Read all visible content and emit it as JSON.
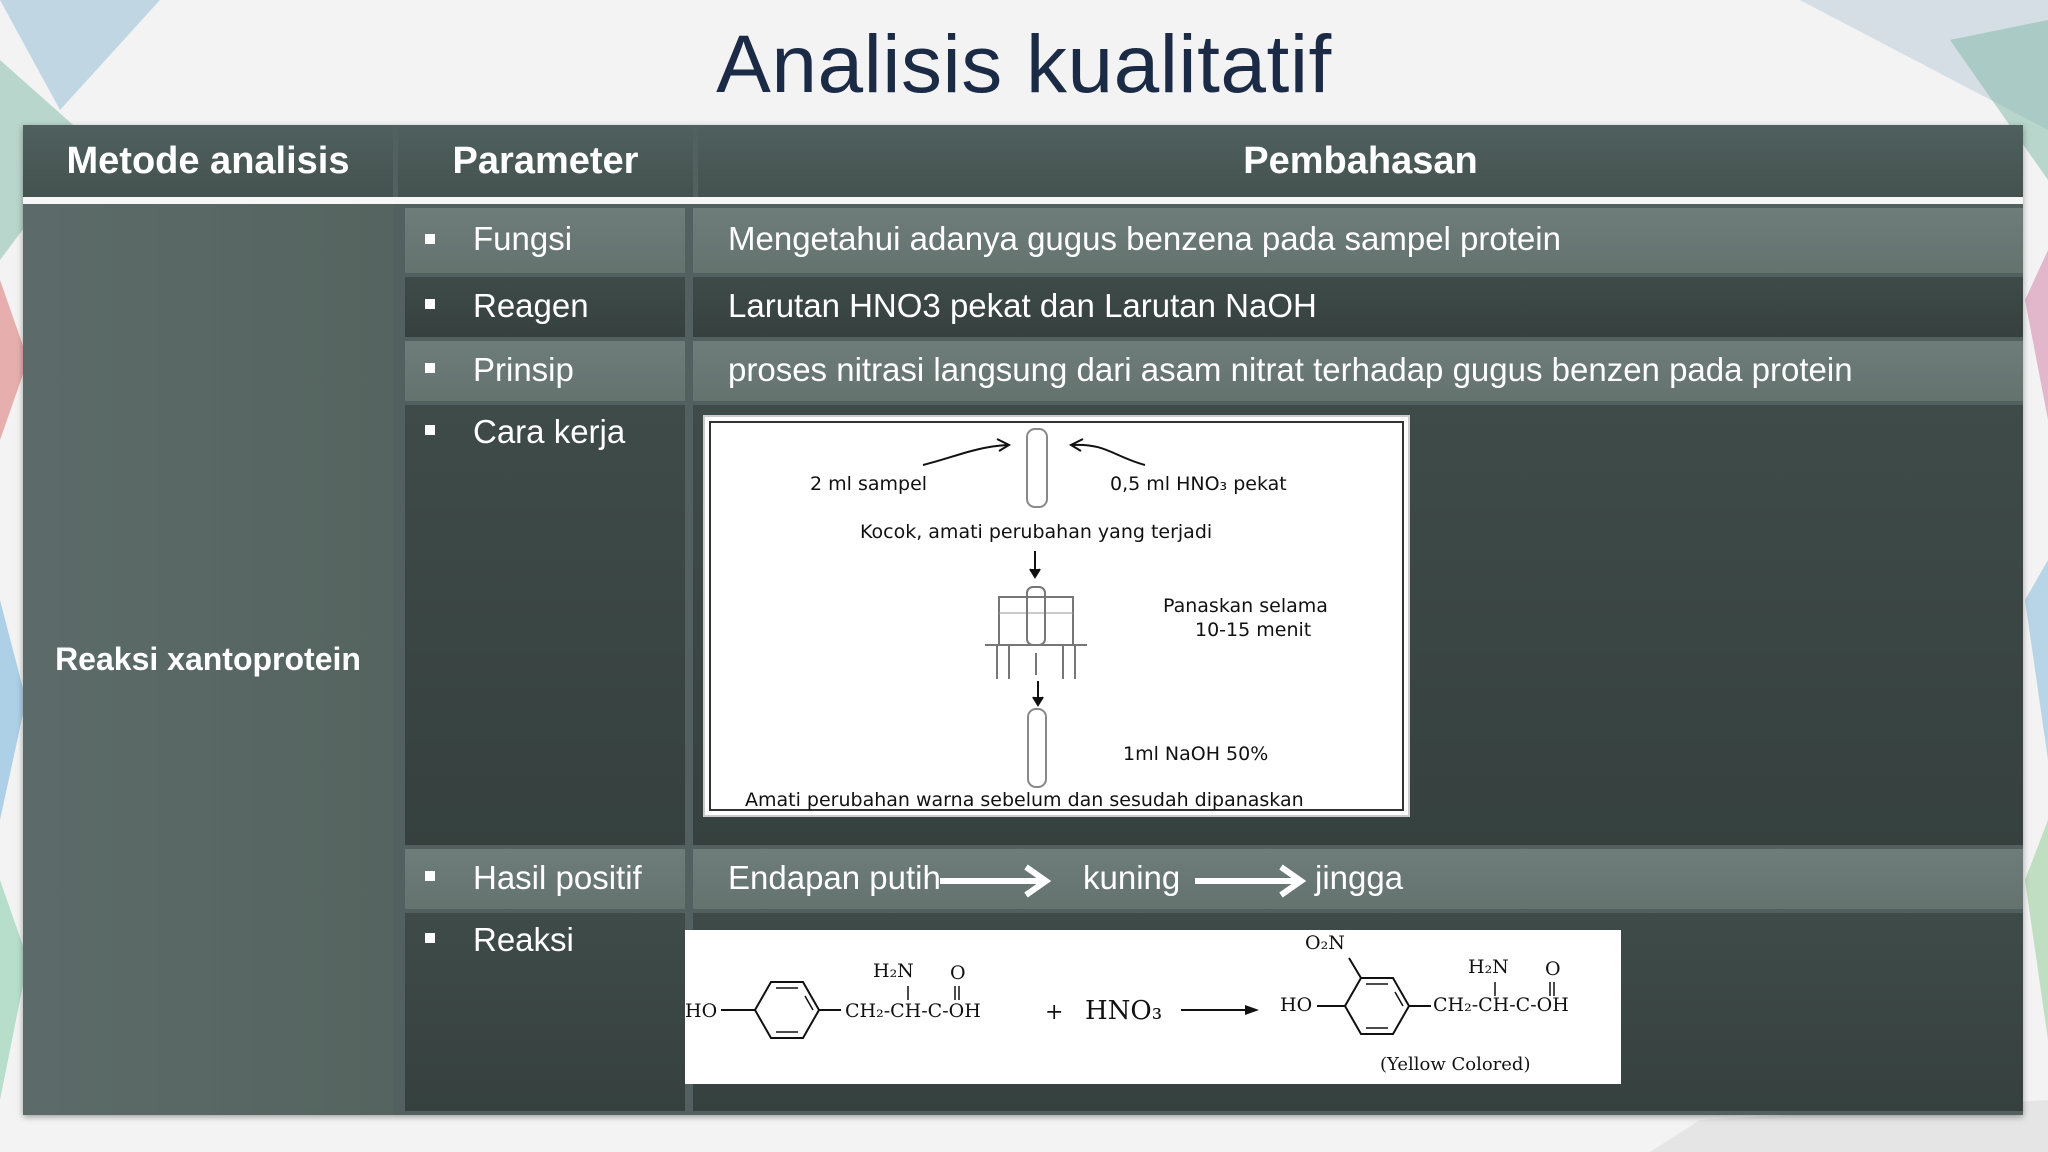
{
  "title": "Analisis kualitatif",
  "table": {
    "headers": {
      "method": "Metode analisis",
      "parameter": "Parameter",
      "discussion": "Pembahasan"
    },
    "method": "Reaksi xantoprotein",
    "rows": [
      {
        "parameter": "Fungsi",
        "content": "Mengetahui adanya gugus benzena pada sampel protein"
      },
      {
        "parameter": "Reagen",
        "content": "Larutan HNO3 pekat dan Larutan NaOH"
      },
      {
        "parameter": "Prinsip",
        "content": "proses nitrasi langsung dari asam nitrat terhadap gugus benzen pada protein"
      },
      {
        "parameter": "Cara kerja",
        "content": ""
      },
      {
        "parameter": "Hasil positif",
        "content": "Endapan putih",
        "content_2": "kuning",
        "content_3": "jingga"
      },
      {
        "parameter": "Reaksi",
        "content": ""
      }
    ]
  },
  "procedure_figure": {
    "sample_label": "2 ml sampel",
    "reagent_label": "0,5 ml HNO₃ pekat",
    "shake_label": "Kocok, amati perubahan  yang terjadi",
    "heat_label_1": "Panaskan selama",
    "heat_label_2": "10-15 menit",
    "naoh_label": "1ml NaOH 50%",
    "observe_label": "Amati perubahan  warna sebelum dan sesudah dipanaskan"
  },
  "reaction_figure": {
    "ho_left": "HO",
    "h2n_left": "H₂N",
    "o_left": "O",
    "chain_left": "CH₂-CH-C-OH",
    "plus": "+",
    "reagent": "HNO₃",
    "o2n": "O₂N",
    "ho_right": "HO",
    "h2n_right": "H₂N",
    "o_right": "O",
    "chain_right": "CH₂-CH-C-OH",
    "caption": "(Yellow Colored)"
  }
}
